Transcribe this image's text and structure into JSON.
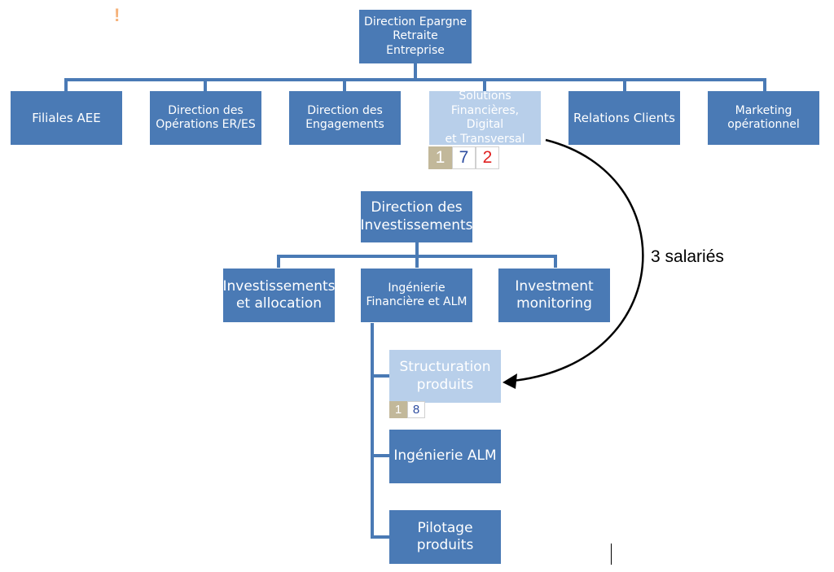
{
  "corner_mark": "!",
  "top": {
    "title": "Direction Epargne\nRetraite Entreprise"
  },
  "level1": [
    {
      "label": "Filiales AEE"
    },
    {
      "label": "Direction des\nOpérations ER/ES"
    },
    {
      "label": "Direction des\nEngagements"
    },
    {
      "label": "Solutions\nFinancières, Digital\net Transversal"
    },
    {
      "label": "Relations Clients"
    },
    {
      "label": "Marketing\nopérationnel"
    }
  ],
  "badges_solutions": [
    "1",
    "7",
    "2"
  ],
  "invest": {
    "title": "Direction des\nInvestissements",
    "children": [
      {
        "label": "Investissements\net allocation"
      },
      {
        "label": "Ingénierie\nFinancière et ALM"
      },
      {
        "label": "Investment\nmonitoring"
      }
    ],
    "sub": [
      {
        "label": "Structuration\nproduits"
      },
      {
        "label": "Ingénierie ALM"
      },
      {
        "label": "Pilotage\nproduits"
      }
    ]
  },
  "badges_structuration": [
    "1",
    "8"
  ],
  "annotation": "3 salariés",
  "colors": {
    "node": "#4a7ab5",
    "highlight": "#b8cfea",
    "badge_first": "#c2b89a",
    "badge_blue": "#2e4da0",
    "badge_red": "#e02020"
  }
}
